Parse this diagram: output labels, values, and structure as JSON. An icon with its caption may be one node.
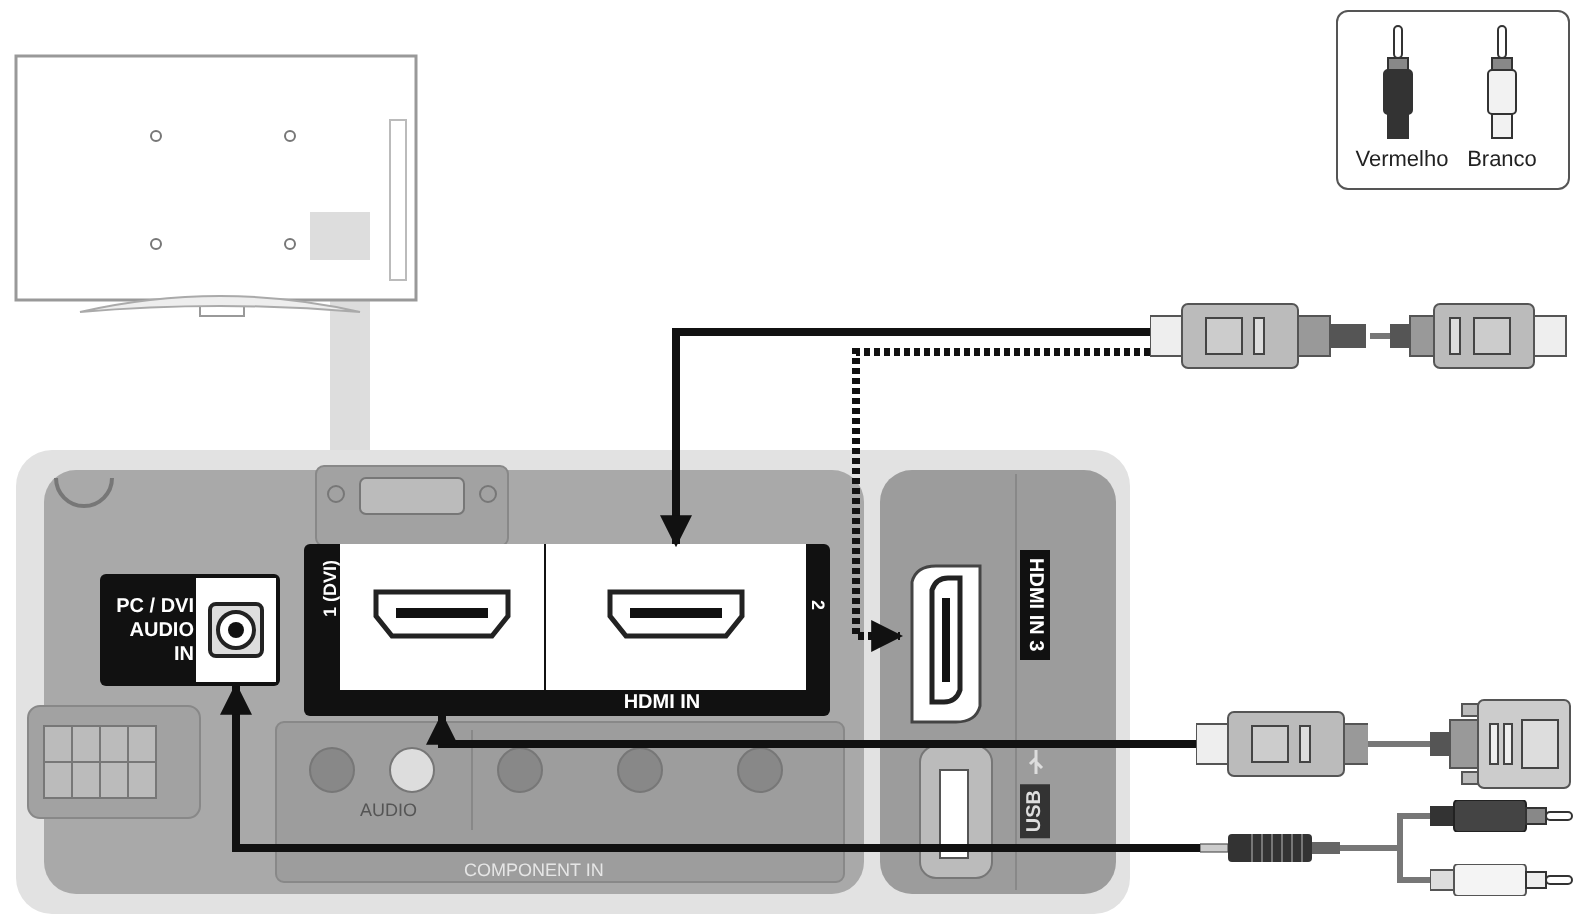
{
  "diagram": {
    "nodes": [
      {
        "text": [
          "PC / DVI AUDIO IN"
        ]
      },
      {
        "text": [
          "HDMI IN"
        ]
      },
      {
        "text": [
          "1 (DVI)"
        ],
        "in": 1
      },
      {
        "text": [
          "2"
        ],
        "in": 1
      },
      {
        "text": [
          "HDMI IN 3"
        ]
      },
      {
        "text": [],
        "shape": "plug"
      },
      {
        "text": [],
        "shape": "plug"
      },
      {
        "text": [],
        "shape": "plug"
      },
      {
        "text": [],
        "shape": "plug"
      },
      {
        "text": [],
        "shape": "plug"
      },
      {
        "text": [],
        "shape": "plug"
      },
      {
        "text": [],
        "shape": "plug"
      }
    ],
    "edges": [
      {
        "from": 5,
        "to": 3,
        "arrow": "to"
      },
      {
        "from": 5,
        "to": 4,
        "arrow": "to",
        "style": "dashed"
      },
      {
        "from": 5,
        "to": 6,
        "arrow": "none",
        "color": "#777777"
      },
      {
        "from": 7,
        "to": 2,
        "arrow": "to"
      },
      {
        "from": 7,
        "to": 8,
        "arrow": "none",
        "color": "#777777"
      },
      {
        "from": 9,
        "to": 0,
        "arrow": "to"
      },
      {
        "from": 9,
        "to": 10,
        "arrow": "none",
        "color": "#777777"
      },
      {
        "from": 9,
        "to": 11,
        "arrow": "none",
        "color": "#777777"
      }
    ],
    "labels": [
      "AUDIO",
      "COMPONENT IN",
      "USB"
    ],
    "legend": [
      {
        "text": "Vermelho"
      },
      {
        "text": "Branco"
      }
    ]
  }
}
